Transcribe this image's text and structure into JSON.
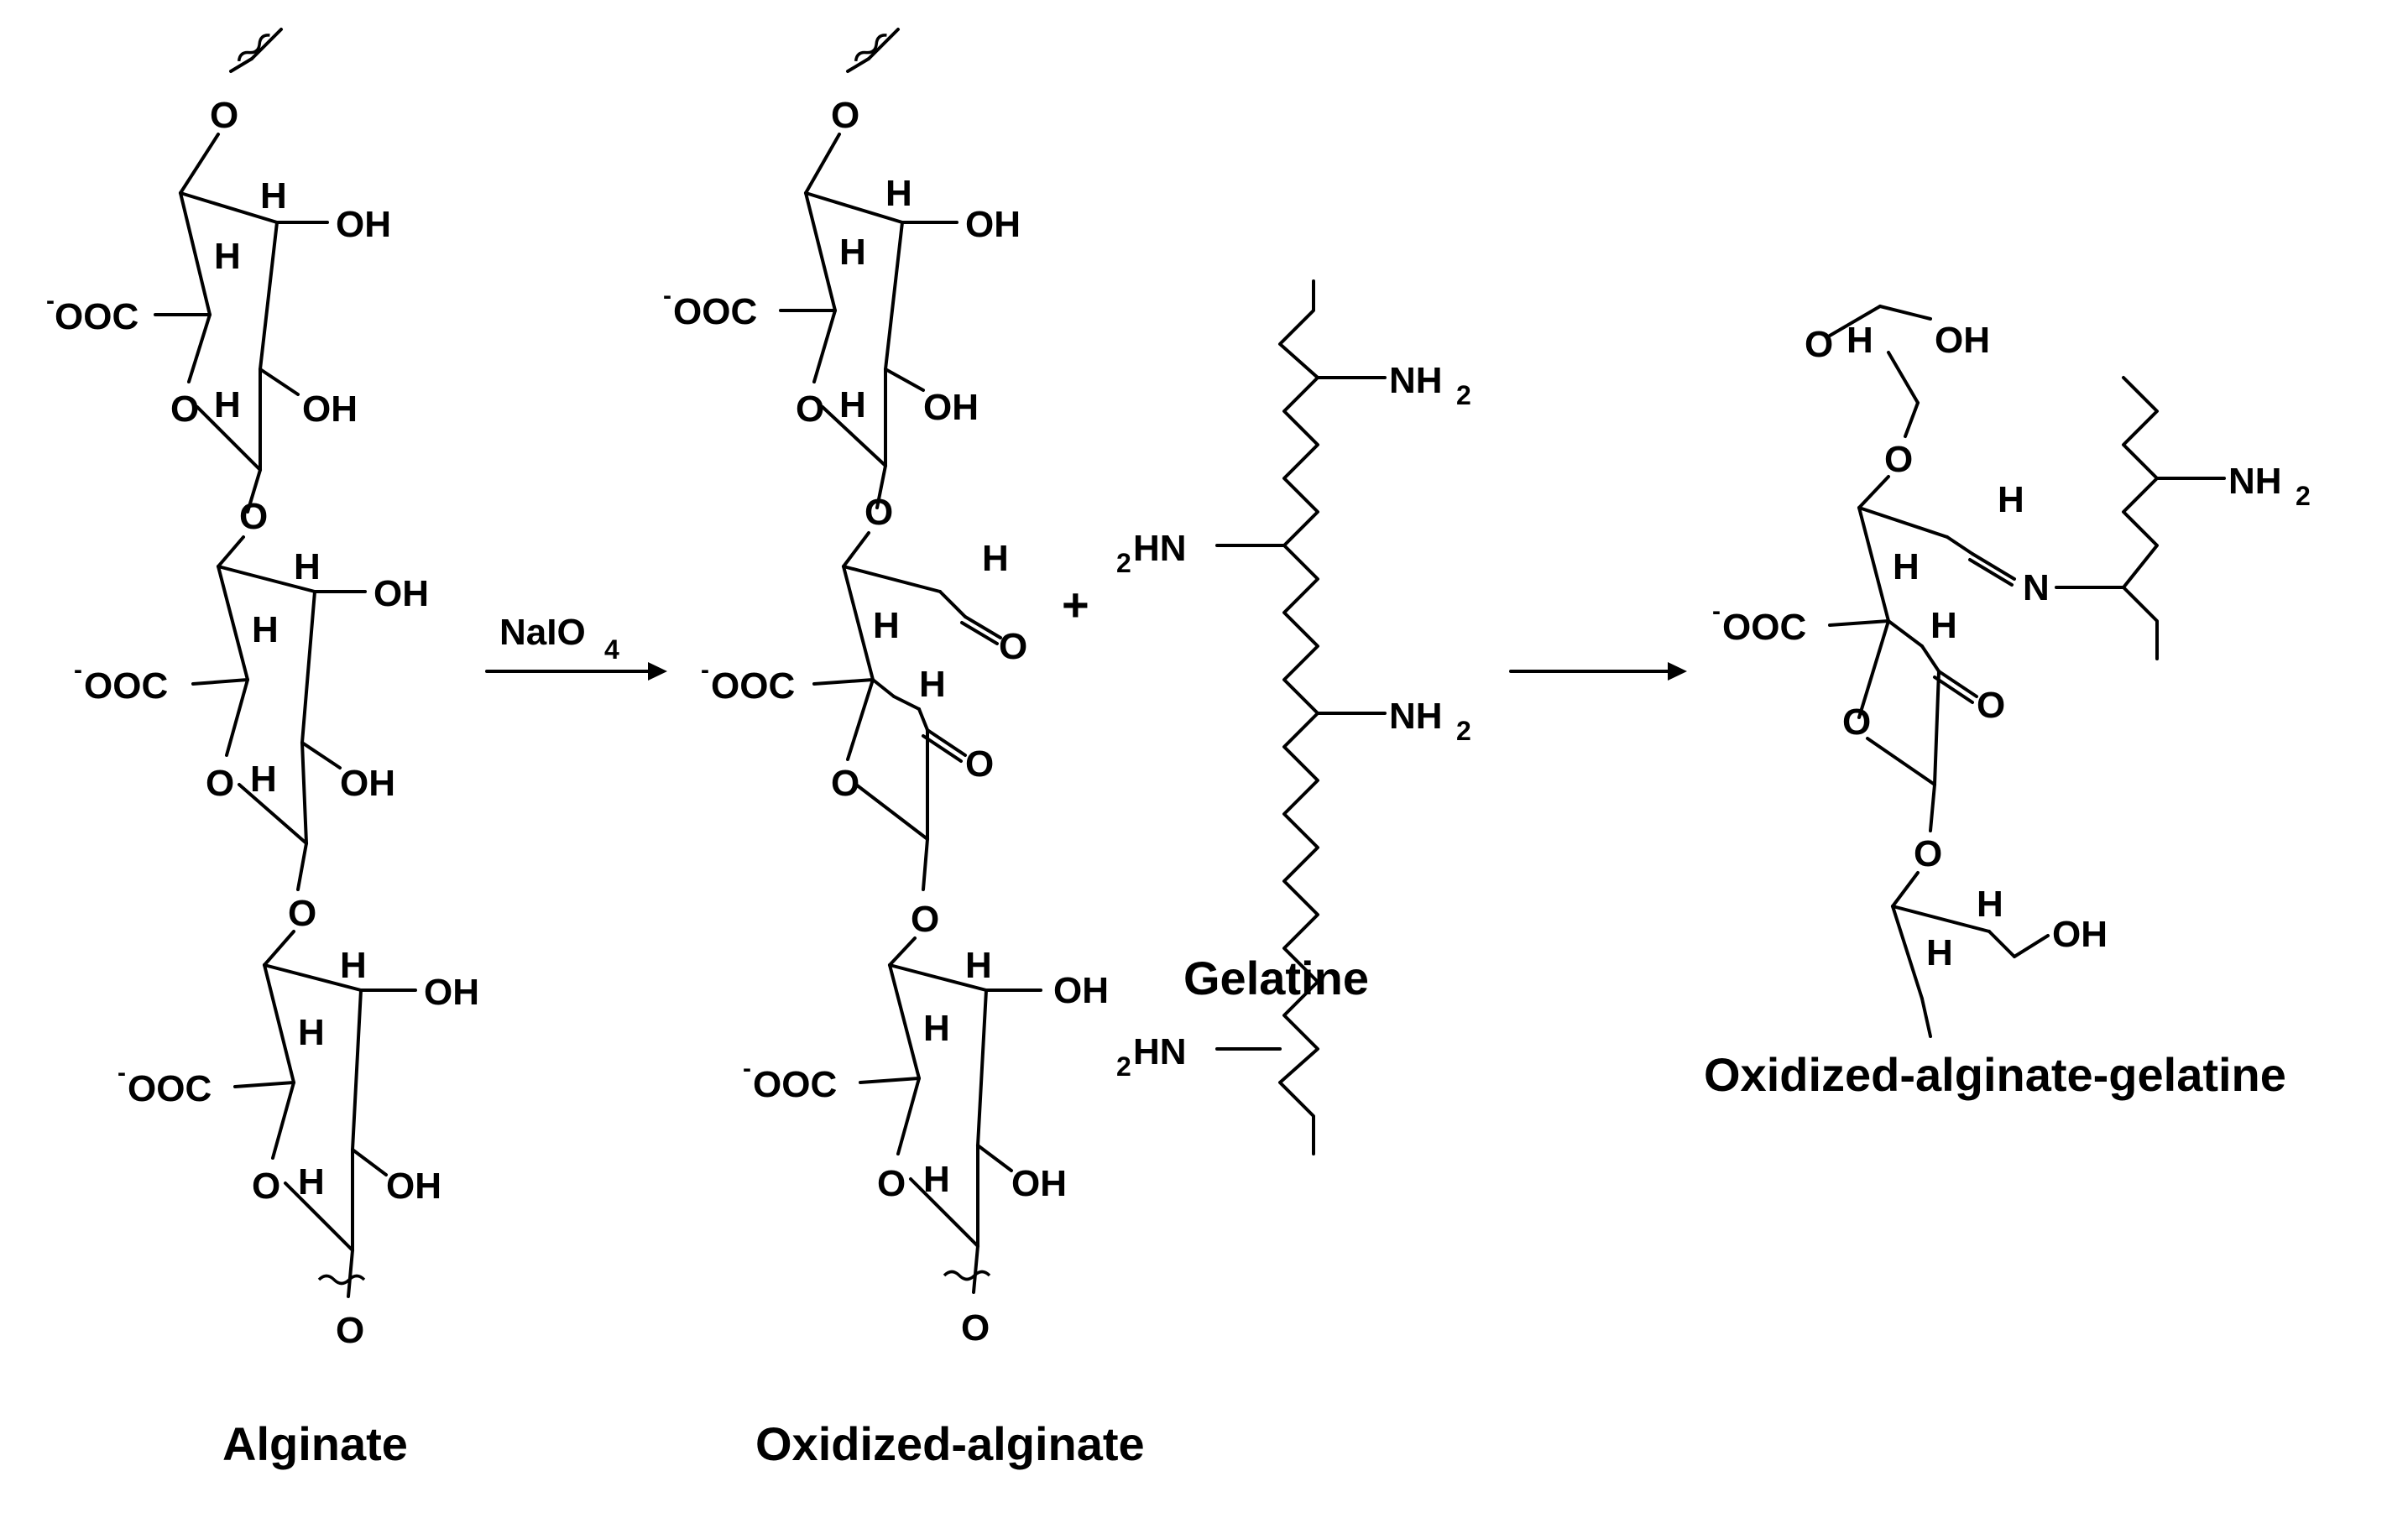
{
  "reagent": {
    "main": "NaIO",
    "subscript": "4"
  },
  "plus": "+",
  "captions": {
    "alginate": "Alginate",
    "oxidized_alginate": "Oxidized-alginate",
    "gelatine": "Gelatine",
    "product": "Oxidized-alginate-gelatine"
  },
  "atoms": {
    "O": "O",
    "H": "H",
    "OH": "OH",
    "N": "N",
    "carboxylate_charge": "-",
    "carboxylate": "OOC",
    "NH": "NH",
    "NH_subscript": "2",
    "amine_prefix": "2",
    "amine": "HN"
  }
}
